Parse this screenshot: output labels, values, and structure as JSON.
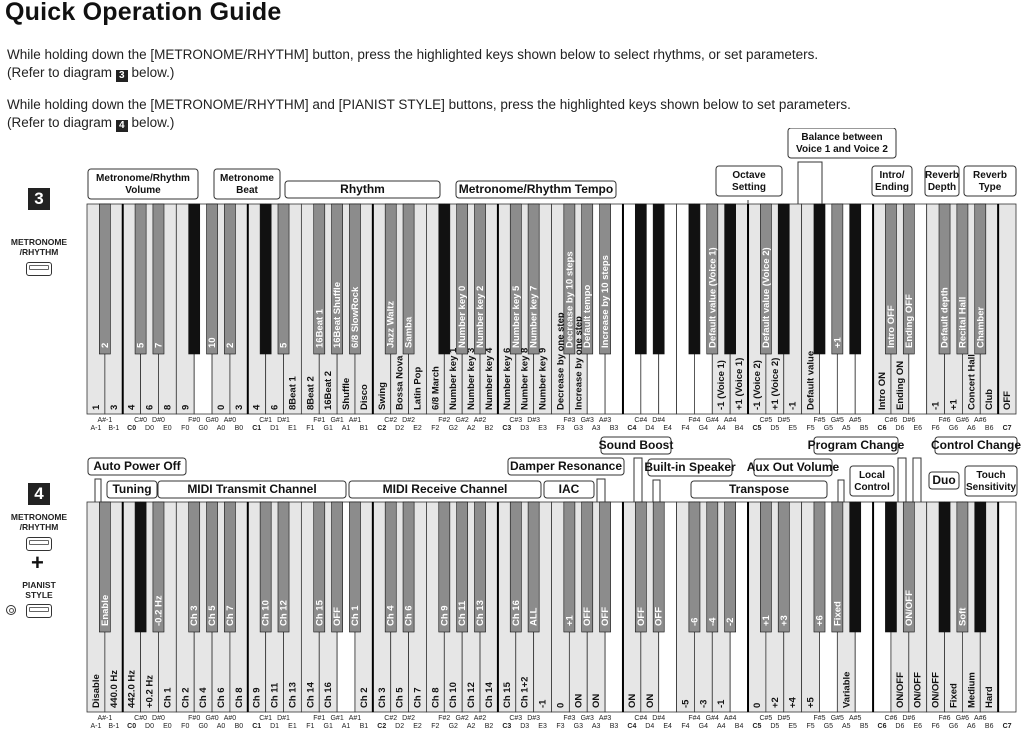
{
  "title": "Quick Operation Guide",
  "intro": [
    {
      "line1": "While holding down the [METRONOME/RHYTHM] button, press the highlighted keys shown below to select rhythms, or set parameters.",
      "pre": "(Refer to diagram ",
      "num": "3",
      "post": " below.)"
    },
    {
      "line1": "While holding down the [METRONOME/RHYTHM] and  [PIANIST STYLE] buttons, press the highlighted keys shown below to set parameters.",
      "pre": "(Refer to diagram ",
      "num": "4",
      "post": " below.)"
    }
  ],
  "buttons": {
    "metronome_rhythm": "METRONOME\n/RHYTHM",
    "plus": "+",
    "pianist_style": "PIANIST\nSTYLE"
  },
  "keyboard_labels": {
    "white_keys": [
      "A-1",
      "B-1",
      "C0",
      "D0",
      "E0",
      "F0",
      "G0",
      "A0",
      "B0",
      "C1",
      "D1",
      "E1",
      "F1",
      "G1",
      "A1",
      "B1",
      "C2",
      "D2",
      "E2",
      "F2",
      "G2",
      "A2",
      "B2",
      "C3",
      "D3",
      "E3",
      "F3",
      "G3",
      "A3",
      "B3",
      "C4",
      "D4",
      "E4",
      "F4",
      "G4",
      "A4",
      "B4",
      "C5",
      "D5",
      "E5",
      "F5",
      "G5",
      "A5",
      "B5",
      "C6",
      "D6",
      "E6",
      "F6",
      "G6",
      "A6",
      "B6",
      "C7"
    ],
    "black_keys": [
      "A#-1",
      "C#0",
      "D#0",
      "F#0",
      "G#0",
      "A#0",
      "C#1",
      "D#1",
      "F#1",
      "G#1",
      "A#1",
      "C#2",
      "D#2",
      "F#2",
      "G#2",
      "A#2",
      "C#3",
      "D#3",
      "F#3",
      "G#3",
      "A#3",
      "C#4",
      "D#4",
      "F#4",
      "G#4",
      "A#4",
      "C#5",
      "D#5",
      "F#5",
      "G#5",
      "A#5",
      "C#6",
      "D#6",
      "F#6",
      "G#6",
      "A#6"
    ]
  },
  "diagram3": {
    "badge": "3",
    "categories": [
      {
        "text": "Metronome/Rhythm\nVolume"
      },
      {
        "text": "Metronome\nBeat"
      },
      {
        "text": "Rhythm"
      },
      {
        "text": "Metronome/Rhythm Tempo"
      },
      {
        "text": "Octave\nSetting"
      },
      {
        "text": "Balance between\nVoice 1 and Voice 2"
      },
      {
        "text": "Intro/\nEnding"
      },
      {
        "text": "Reverb\nDepth"
      },
      {
        "text": "Reverb\nType"
      }
    ],
    "white_values": {
      "A-1": "1",
      "B-1": "3",
      "C0": "4",
      "D0": "6",
      "E0": "8",
      "F0": "9",
      "A0": "0",
      "B0": "3",
      "C1": "4",
      "D1": "6",
      "E1": "8Beat 1",
      "F1": "8Beat 2",
      "G1": "16Beat 2",
      "A1": "Shuffle",
      "B1": "Disco",
      "C2": "Swing",
      "D2": "Bossa Nova",
      "E2": "Latin Pop",
      "F2": "6/8 March",
      "G2": "Number key 1",
      "A2": "Number key 3",
      "B2": "Number key 4",
      "C3": "Number key 6",
      "D3": "Number key 8",
      "E3": "Number key 9",
      "F3": "Decrease by one step",
      "G3": "Increase by one step",
      "A4": "-1 (Voice 1)",
      "B4": "+1 (Voice 1)",
      "C5": "-1 (Voice 2)",
      "D5": "+1 (Voice 2)",
      "E5": "-1",
      "F5": "Default value",
      "C6": "Intro ON",
      "D6": "Ending ON",
      "F6": "-1",
      "G6": "+1",
      "A6": "Concert Hall",
      "B6": "Club",
      "C7": "OFF"
    },
    "black_values": {
      "A#-1": "2",
      "C#0": "5",
      "D#0": "7",
      "G#0": "10",
      "A#0": "2",
      "D#1": "5",
      "F#1": "16Beat 1",
      "G#1": "16Beat Shuffle",
      "A#1": "6/8 SlowRock",
      "C#2": "Jazz Waltz",
      "D#2": "Samba",
      "G#2": "Number key 0",
      "A#2": "Number key 2",
      "C#3": "Number key 5",
      "D#3": "Number key 7",
      "F#3": "Decrease by 10 steps",
      "G#3": "Default tempo",
      "A#3": "Increase by 10 steps",
      "G#4": "Default value (Voice 1)",
      "C#5": "Default value (Voice 2)",
      "G#5": "+1",
      "C#6": "Intro OFF",
      "D#6": "Ending OFF",
      "F#6": "Default depth",
      "G#6": "Recital Hall",
      "A#6": "Chamber"
    }
  },
  "diagram4": {
    "badge": "4",
    "categories": [
      {
        "text": "Auto Power Off"
      },
      {
        "text": "Tuning"
      },
      {
        "text": "MIDI Transmit Channel"
      },
      {
        "text": "MIDI Receive Channel"
      },
      {
        "text": "IAC"
      },
      {
        "text": "Damper Resonance"
      },
      {
        "text": "Sound Boost"
      },
      {
        "text": "Built-in Speaker"
      },
      {
        "text": "Transpose"
      },
      {
        "text": "Aux Out Volume"
      },
      {
        "text": "Local\nControl"
      },
      {
        "text": "Program Change"
      },
      {
        "text": "Control Change"
      },
      {
        "text": "Duo"
      },
      {
        "text": "Touch\nSensitivity"
      }
    ],
    "white_values": {
      "A-1": "Disable",
      "B-1": "440.0 Hz",
      "C0": "442.0 Hz",
      "D0": "+0.2 Hz",
      "E0": "Ch 1",
      "F0": "Ch 2",
      "G0": "Ch 4",
      "A0": "Ch 6",
      "B0": "Ch 8",
      "C1": "Ch 9",
      "D1": "Ch 11",
      "E1": "Ch 13",
      "F1": "Ch 14",
      "G1": "Ch 16",
      "B1": "Ch 2",
      "C2": "Ch 3",
      "D2": "Ch 5",
      "E2": "Ch 7",
      "F2": "Ch 8",
      "G2": "Ch 10",
      "A2": "Ch 12",
      "B2": "Ch 14",
      "C3": "Ch 15",
      "D3": "Ch 1+2",
      "E3": "-1",
      "F3": "0",
      "G3": "ON",
      "A3": "ON",
      "C4": "ON",
      "D4": "ON",
      "F4": "-5",
      "G4": "-3",
      "A4": "-1",
      "C5": "0",
      "D5": "+2",
      "E5": "+4",
      "F5": "+5",
      "A5": "Variable",
      "D6": "ON/OFF",
      "E6": "ON/OFF",
      "F6": "ON/OFF",
      "G6": "Fixed",
      "A6": "Medium",
      "B6": "Hard"
    },
    "black_values": {
      "A#-1": "Enable",
      "D#0": "-0.2 Hz",
      "F#0": "Ch 3",
      "G#0": "Ch 5",
      "A#0": "Ch 7",
      "C#1": "Ch 10",
      "D#1": "Ch 12",
      "F#1": "Ch 15",
      "G#1": "OFF",
      "A#1": "Ch 1",
      "C#2": "Ch 4",
      "D#2": "Ch 6",
      "F#2": "Ch 9",
      "G#2": "Ch 11",
      "A#2": "Ch 13",
      "C#3": "Ch 16",
      "D#3": "ALL",
      "F#3": "+1",
      "G#3": "OFF",
      "A#3": "OFF",
      "C#4": "OFF",
      "D#4": "OFF",
      "F#4": "-6",
      "G#4": "-4",
      "A#4": "-2",
      "C#5": "+1",
      "D#5": "+3",
      "F#5": "+6",
      "G#5": "Fixed",
      "D#6": "ON/OFF",
      "G#6": "Soft"
    }
  }
}
